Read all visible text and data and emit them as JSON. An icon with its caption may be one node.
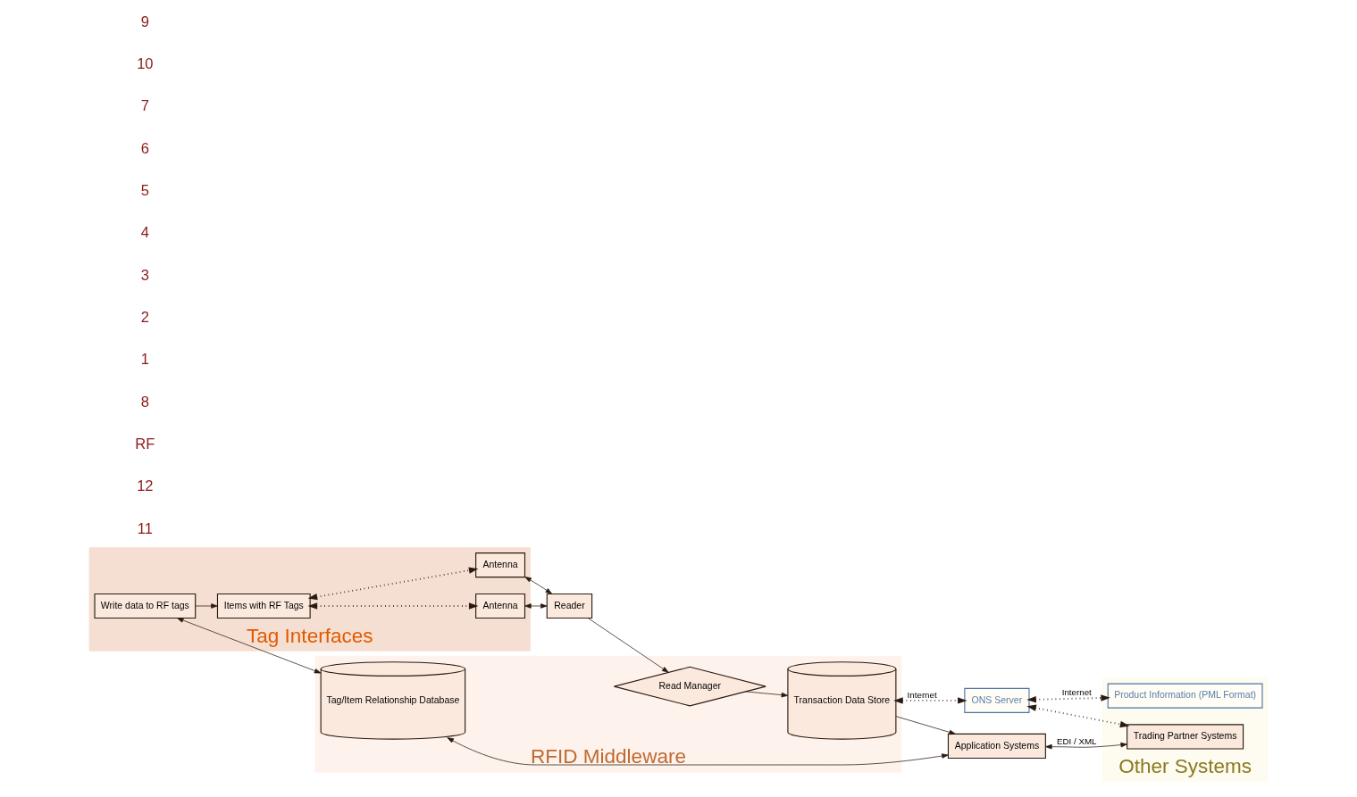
{
  "diagram": {
    "nodes": [
      {
        "text": [
          "Tag Interfaces"
        ]
      },
      {
        "text": [
          "Write data to RF tags"
        ],
        "in": 0
      },
      {
        "text": [
          "Items with RF Tags"
        ],
        "in": 0
      },
      {
        "text": [
          "Antenna"
        ],
        "in": 0
      },
      {
        "text": [
          "Antenna"
        ],
        "in": 0
      },
      {
        "text": [
          "RFID Middleware"
        ]
      },
      {
        "text": [
          "Reader"
        ]
      },
      {
        "text": [
          "Read Manager"
        ],
        "in": 5
      },
      {
        "text": [
          "Transaction Data Store"
        ],
        "in": 5
      },
      {
        "text": [
          "Tag/Item Relationship Database"
        ],
        "in": 5
      },
      {
        "text": [
          "Other Systems"
        ]
      },
      {
        "text": [
          "ONS Server"
        ]
      },
      {
        "text": [
          "Product Information (PML Format)"
        ],
        "in": 10
      },
      {
        "text": [
          "Application Systems"
        ]
      },
      {
        "text": [
          "Trading Partner Systems"
        ],
        "in": 10
      }
    ],
    "edges": [
      {
        "from": 1,
        "to": 2,
        "arrow": "to"
      },
      {
        "from": 2,
        "to": 3,
        "arrow": "both",
        "style": "dashed"
      },
      {
        "from": 2,
        "to": 4,
        "arrow": "both",
        "style": "dashed"
      },
      {
        "from": 3,
        "to": 6,
        "arrow": "both"
      },
      {
        "from": 4,
        "to": 6,
        "arrow": "both"
      },
      {
        "from": 6,
        "to": 7,
        "arrow": "to"
      },
      {
        "from": 7,
        "to": 8,
        "arrow": "to"
      },
      {
        "from": 8,
        "to": 13,
        "arrow": "to"
      },
      {
        "from": 8,
        "to": 11,
        "arrow": "both",
        "style": "dashed",
        "label": "Internet"
      },
      {
        "from": 11,
        "to": 12,
        "arrow": "both",
        "style": "dashed",
        "label": "Internet"
      },
      {
        "from": 11,
        "to": 14,
        "arrow": "both",
        "style": "dashed"
      },
      {
        "from": 13,
        "to": 14,
        "arrow": "both",
        "label": "EDI / XML"
      },
      {
        "from": 1,
        "to": 9,
        "arrow": "both"
      },
      {
        "from": 9,
        "to": 13,
        "arrow": "both"
      }
    ],
    "labels": [
      "11",
      "12",
      "RF",
      "8",
      "1",
      "2",
      "3",
      "4",
      "5",
      "6",
      "7",
      "10",
      "9"
    ]
  }
}
